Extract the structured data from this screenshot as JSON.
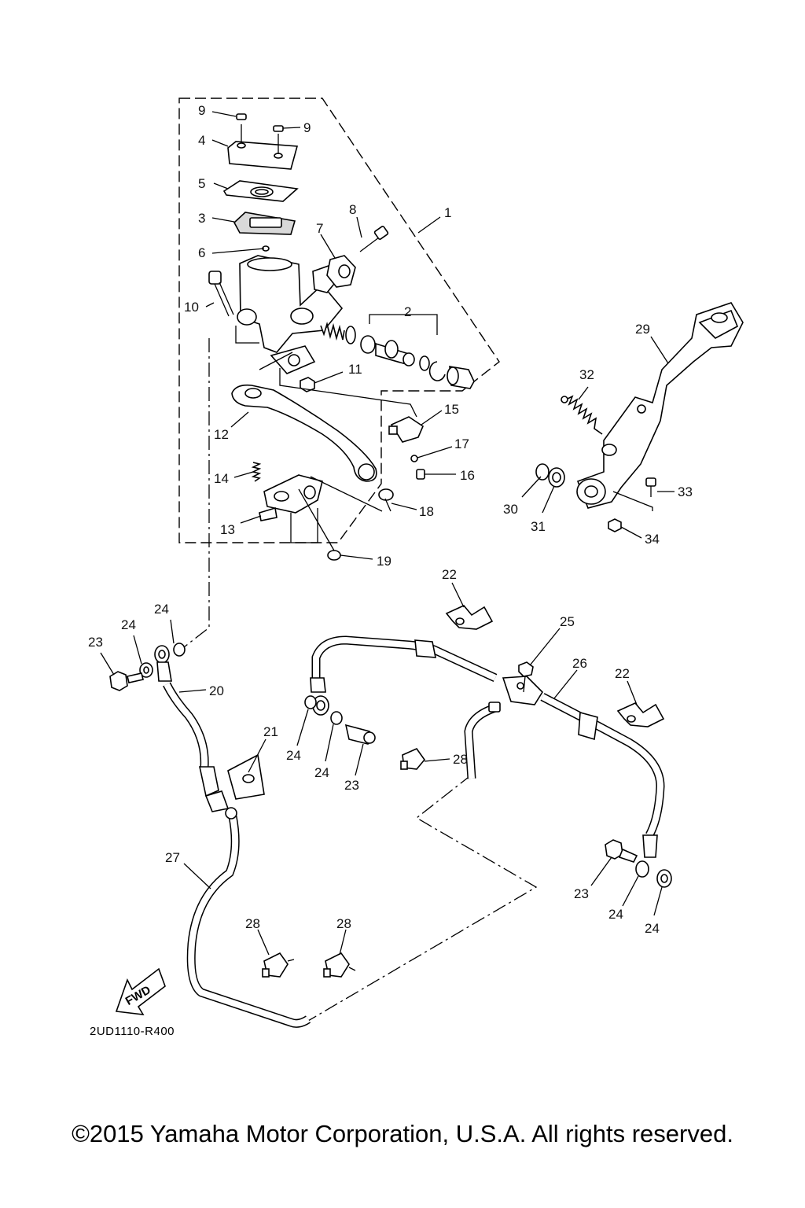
{
  "diagram": {
    "code": "2UD1110-R400",
    "fwd_label": "FWD",
    "callouts": [
      {
        "label": "1"
      },
      {
        "label": "2"
      },
      {
        "label": "3"
      },
      {
        "label": "4"
      },
      {
        "label": "5"
      },
      {
        "label": "6"
      },
      {
        "label": "7"
      },
      {
        "label": "8"
      },
      {
        "label": "9"
      },
      {
        "label": "9"
      },
      {
        "label": "10"
      },
      {
        "label": "11"
      },
      {
        "label": "12"
      },
      {
        "label": "13"
      },
      {
        "label": "14"
      },
      {
        "label": "15"
      },
      {
        "label": "16"
      },
      {
        "label": "17"
      },
      {
        "label": "18"
      },
      {
        "label": "19"
      },
      {
        "label": "20"
      },
      {
        "label": "21"
      },
      {
        "label": "22"
      },
      {
        "label": "22"
      },
      {
        "label": "23"
      },
      {
        "label": "23"
      },
      {
        "label": "23"
      },
      {
        "label": "24"
      },
      {
        "label": "24"
      },
      {
        "label": "24"
      },
      {
        "label": "24"
      },
      {
        "label": "24"
      },
      {
        "label": "24"
      },
      {
        "label": "25"
      },
      {
        "label": "26"
      },
      {
        "label": "27"
      },
      {
        "label": "28"
      },
      {
        "label": "28"
      },
      {
        "label": "28"
      },
      {
        "label": "29"
      },
      {
        "label": "30"
      },
      {
        "label": "31"
      },
      {
        "label": "32"
      },
      {
        "label": "33"
      },
      {
        "label": "34"
      }
    ]
  },
  "footer": {
    "copyright": "©2015 Yamaha Motor Corporation, U.S.A. All rights reserved."
  }
}
